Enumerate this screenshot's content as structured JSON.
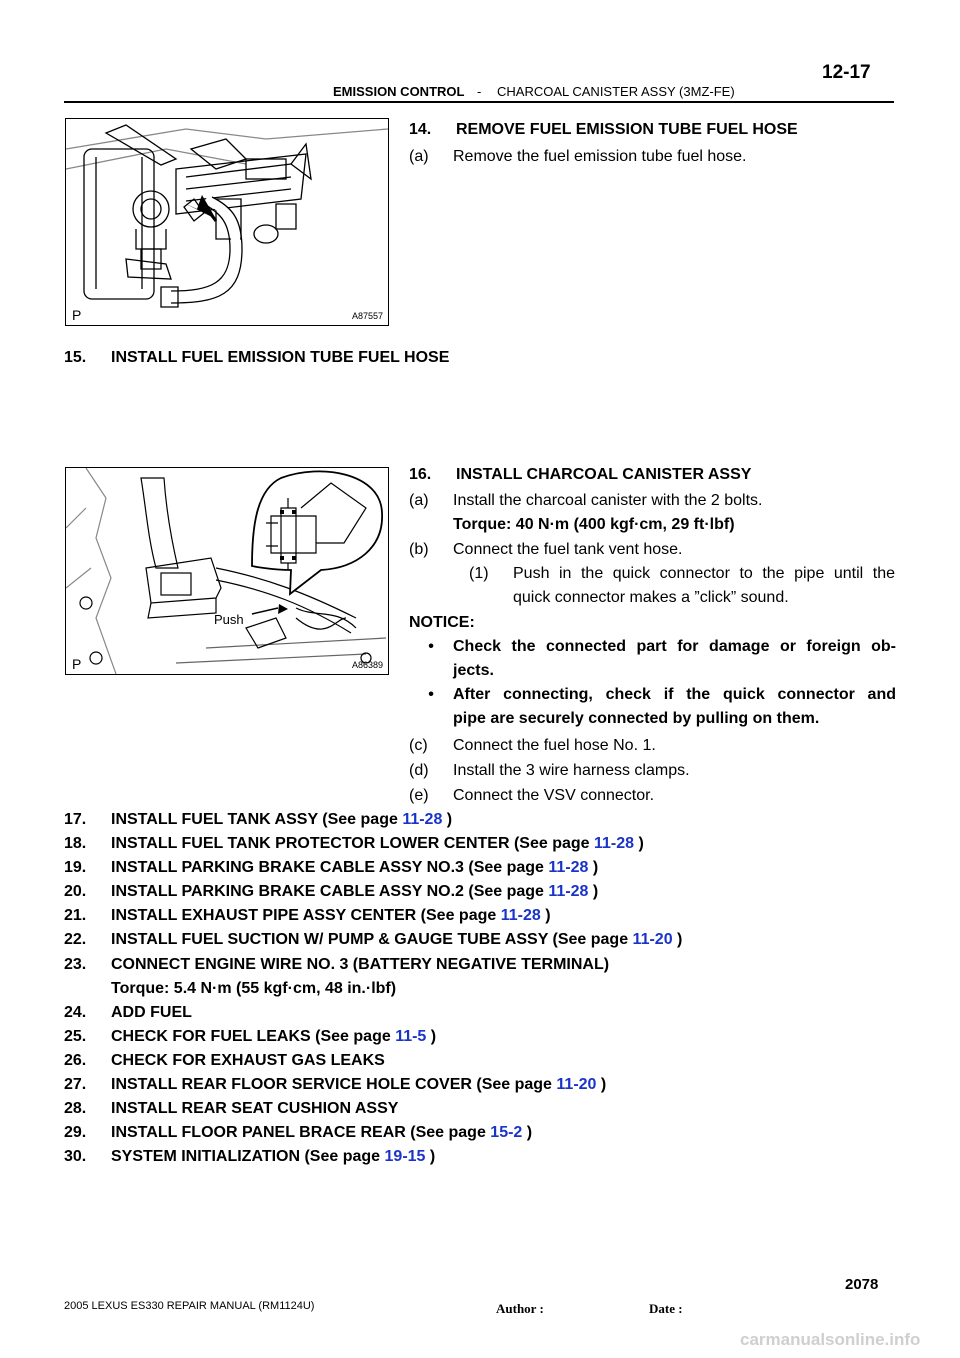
{
  "header": {
    "section": "EMISSION CONTROL",
    "dash": "-",
    "subsection": "CHARCOAL CANISTER ASSY (3MZ-FE)",
    "page": "12-17"
  },
  "figures": {
    "fig1": {
      "code": "A87557",
      "p": "P"
    },
    "fig2": {
      "code": "A86389",
      "p": "P",
      "push": "Push"
    }
  },
  "steps": {
    "s14": {
      "num": "14.",
      "title": "REMOVE FUEL EMISSION TUBE FUEL HOSE"
    },
    "s14a": {
      "lbl": "(a)",
      "text": "Remove the fuel emission tube fuel hose."
    },
    "s15": {
      "num": "15.",
      "title": "INSTALL FUEL EMISSION TUBE FUEL HOSE"
    },
    "s16": {
      "num": "16.",
      "title": "INSTALL CHARCOAL CANISTER ASSY"
    },
    "s16a": {
      "lbl": "(a)",
      "text": "Install the charcoal canister with the 2 bolts."
    },
    "s16torque": "Torque: 40 N·m (400 kgf·cm, 29 ft·lbf)",
    "s16b": {
      "lbl": "(b)",
      "text": "Connect the fuel tank vent hose."
    },
    "s16b1": {
      "lbl": "(1)",
      "text1": "Push in the quick connector to the pipe until the",
      "text2": "quick connector makes a ”click” sound."
    },
    "notice": "NOTICE:",
    "bullet": "•",
    "notice1": {
      "line1": "Check the connected part for damage or foreign ob-",
      "line2": "jects."
    },
    "notice2": {
      "line1": "After connecting, check if the quick connector and",
      "line2": "pipe are securely connected by pulling on them."
    },
    "s16c": {
      "lbl": "(c)",
      "text": "Connect the fuel hose No. 1."
    },
    "s16d": {
      "lbl": "(d)",
      "text": "Install the 3 wire harness clamps."
    },
    "s16e": {
      "lbl": "(e)",
      "text": "Connect the VSV connector."
    }
  },
  "list": [
    {
      "num": "17.",
      "text": "INSTALL FUEL TANK ASSY (See page ",
      "ref": "11-28",
      "end": " )"
    },
    {
      "num": "18.",
      "text": "INSTALL FUEL TANK PROTECTOR LOWER CENTER (See page ",
      "ref": "11-28",
      "end": " )"
    },
    {
      "num": "19.",
      "text": "INSTALL PARKING BRAKE CABLE ASSY NO.3 (See page ",
      "ref": "11-28",
      "end": " )"
    },
    {
      "num": "20.",
      "text": "INSTALL PARKING BRAKE CABLE ASSY NO.2 (See page ",
      "ref": "11-28",
      "end": " )"
    },
    {
      "num": "21.",
      "text": "INSTALL EXHAUST PIPE ASSY CENTER (See page ",
      "ref": "11-28",
      "end": " )"
    },
    {
      "num": "22.",
      "text": "INSTALL FUEL SUCTION W/ PUMP & GAUGE TUBE ASSY (See page ",
      "ref": "11-20",
      "end": " )"
    },
    {
      "num": "23.",
      "text": "CONNECT ENGINE WIRE NO. 3 (BATTERY NEGATIVE TERMINAL)",
      "ref": "",
      "end": ""
    },
    {
      "num": "",
      "text": "Torque: 5.4 N·m (55 kgf·cm, 48 in.·lbf)",
      "ref": "",
      "end": ""
    },
    {
      "num": "24.",
      "text": "ADD FUEL",
      "ref": "",
      "end": ""
    },
    {
      "num": "25.",
      "text": "CHECK FOR FUEL LEAKS (See page ",
      "ref": "11-5",
      "end": " )"
    },
    {
      "num": "26.",
      "text": "CHECK FOR EXHAUST GAS LEAKS",
      "ref": "",
      "end": ""
    },
    {
      "num": "27.",
      "text": "INSTALL REAR FLOOR SERVICE HOLE COVER (See page ",
      "ref": "11-20",
      "end": " )"
    },
    {
      "num": "28.",
      "text": "INSTALL REAR SEAT CUSHION ASSY",
      "ref": "",
      "end": ""
    },
    {
      "num": "29.",
      "text": "INSTALL FLOOR PANEL BRACE REAR (See page ",
      "ref": "15-2",
      "end": " )"
    },
    {
      "num": "30.",
      "text": "SYSTEM INITIALIZATION (See page ",
      "ref": "19-15",
      "end": " )"
    }
  ],
  "footer": {
    "manual": "2005 LEXUS ES330 REPAIR MANUAL   (RM1124U)",
    "pagenum": "2078",
    "author": "Author :",
    "date": "Date :",
    "watermark": "carmanualsonline.info"
  }
}
